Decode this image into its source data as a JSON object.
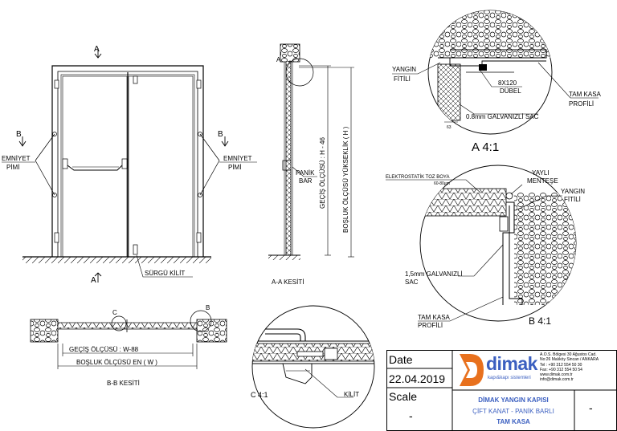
{
  "elevation": {
    "section_mark_a": "A",
    "section_mark_b": "B",
    "left_pin_label": [
      "EMNİYET",
      "PİMİ"
    ],
    "right_pin_label": [
      "EMNİYET",
      "PİMİ"
    ],
    "bolt_label": "SÜRGÜ KİLİT"
  },
  "section_aa": {
    "detail_mark": "A",
    "dim_vertical_1": "GEÇİŞ ÖLÇÜSÜ : H - 46",
    "dim_vertical_2": "BOŞLUK ÖLÇÜSÜ YÜKSEKLİK ( H )",
    "panic_bar_label": [
      "PANİK",
      "BAR"
    ],
    "caption": "A-A  KESİTİ"
  },
  "section_bb": {
    "detail_mark_b": "B",
    "detail_mark_c": "C",
    "dim_1": "GEÇİŞ ÖLÇÜSÜ : W-88",
    "dim_2": "BOŞLUK ÖLÇÜSÜ EN ( W )",
    "caption": "B-B  KESİTİ"
  },
  "detail_a": {
    "title": "A 4:1",
    "labels": {
      "fire_strip": [
        "YANGIN",
        "FİTİLİ"
      ],
      "dowel": [
        "8X120",
        "DÜBEL"
      ],
      "frame": [
        "TAM KASA",
        "PROFİLİ"
      ],
      "sheet": "0.8mm GALVANIZLİ SAC",
      "dim_63": "63"
    }
  },
  "detail_b": {
    "title": "B 4:1",
    "labels": {
      "paint": "ELEKTROSTATİK TOZ BOYA",
      "paint_sub": "60-80µm",
      "hinge": [
        "YAYLI",
        "MENTEŞE"
      ],
      "fire_strip": [
        "YANGIN",
        "FİTİLİ"
      ],
      "sheet": [
        "1,5mm GALVANIZLİ",
        "SAC"
      ],
      "frame": [
        "TAM KASA",
        "PROFİLİ"
      ]
    }
  },
  "detail_c": {
    "title": "C  4:1",
    "lock_label": "KİLİT"
  },
  "title_block": {
    "date_label": "Date",
    "date_value": "22.04.2019",
    "scale_label": "Scale",
    "scale_value": "-",
    "brand": "dimak",
    "brand_sub": "kapı&kapı sistemleri",
    "address": [
      "A.O.S. Bölgesi 30 Ağustos Cad.",
      "No:26 Malıköy Sincan / ANKARA",
      "Tel : +90 312 554 50 30",
      "Fax: +90 312 554 50 54",
      "www.dimak.com.tr",
      "info@dimak.com.tr"
    ],
    "product_title": "DİMAK YANGIN KAPISI",
    "product_sub": "ÇİFT KANAT  - PANİK BARLI",
    "product_sub2": "TAM KASA",
    "right_value": "-",
    "brand_color": "#e8711e",
    "title_color": "#3b5fc0"
  }
}
